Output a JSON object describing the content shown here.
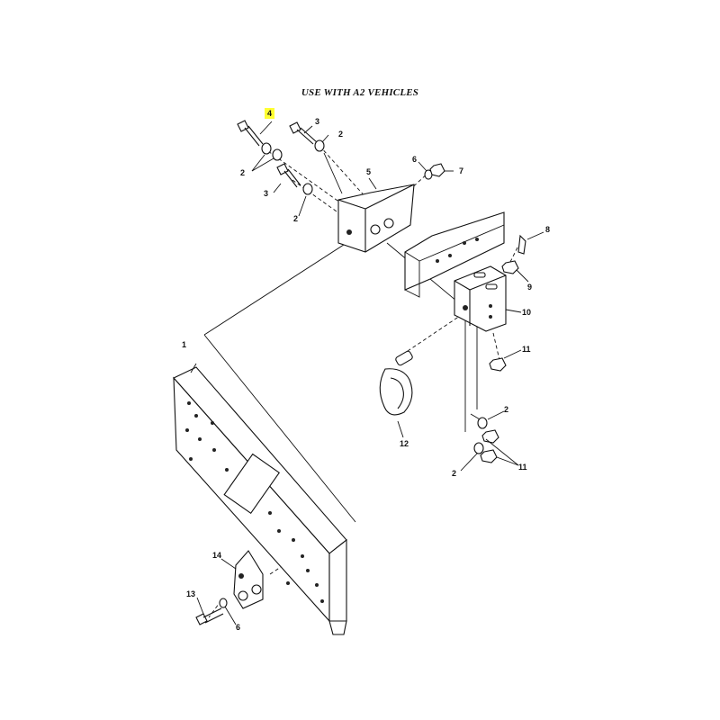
{
  "title": "USE WITH A2 VEHICLES",
  "highlight_color": "#ffff33",
  "callouts": [
    "4",
    "3",
    "2",
    "2",
    "3",
    "2",
    "5",
    "6",
    "7",
    "8",
    "9",
    "10",
    "11",
    "12",
    "2",
    "11",
    "2",
    "1",
    "14",
    "13",
    "6"
  ]
}
